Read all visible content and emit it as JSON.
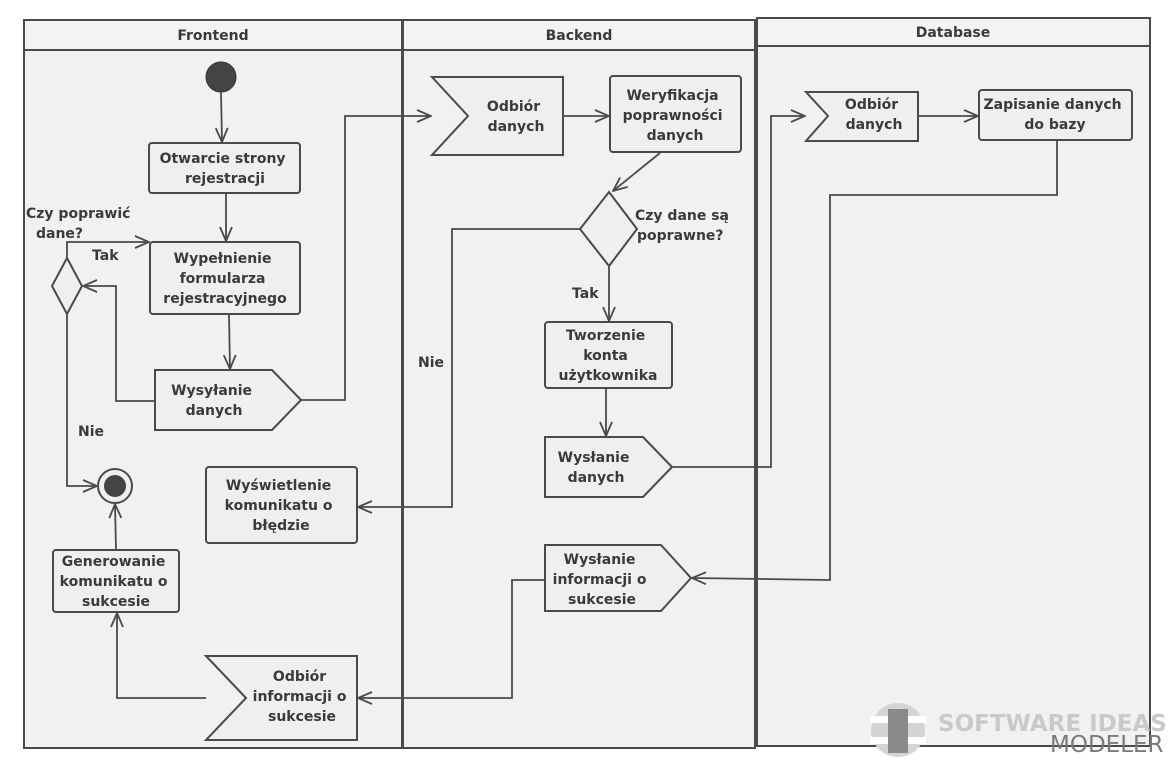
{
  "lanes": {
    "frontend": "Frontend",
    "backend": "Backend",
    "database": "Database"
  },
  "nodes": {
    "otwarcie": [
      "Otwarcie strony",
      "rejestracji"
    ],
    "wypelnienie": [
      "Wypełnienie",
      "formularza",
      "rejestracyjnego"
    ],
    "wysylanie_fe": [
      "Wysyłanie",
      "danych"
    ],
    "wyswietlenie": [
      "Wyświetlenie",
      "komunikatu o",
      "błędzie"
    ],
    "generowanie": [
      "Generowanie",
      "komunikatu o",
      "sukcesie"
    ],
    "odbior_info_fe": [
      "Odbiór",
      "informacji o",
      "sukcesie"
    ],
    "odbior_be": [
      "Odbiór",
      "danych"
    ],
    "weryfikacja": [
      "Weryfikacja",
      "poprawności",
      "danych"
    ],
    "tworzenie": [
      "Tworzenie",
      "konta",
      "użytkownika"
    ],
    "wyslanie_be": [
      "Wysłanie",
      "danych"
    ],
    "wyslanie_info": [
      "Wysłanie",
      "informacji o",
      "sukcesie"
    ],
    "odbior_db": [
      "Odbiór",
      "danych"
    ],
    "zapisanie": [
      "Zapisanie danych",
      "do bazy"
    ]
  },
  "decisions": {
    "fe_question": [
      "Czy poprawić",
      "dane?"
    ],
    "be_question": [
      "Czy dane są",
      "poprawne?"
    ]
  },
  "guards": {
    "fe_yes": "Tak",
    "fe_no": "Nie",
    "be_yes": "Tak",
    "be_no": "Nie"
  },
  "watermark": {
    "line1": "SOFTWARE IDEAS",
    "line2": "MODELER"
  },
  "icons": {
    "start": "initial-node-icon",
    "end": "final-node-icon",
    "watermark_logo": "software-ideas-logo-icon"
  }
}
